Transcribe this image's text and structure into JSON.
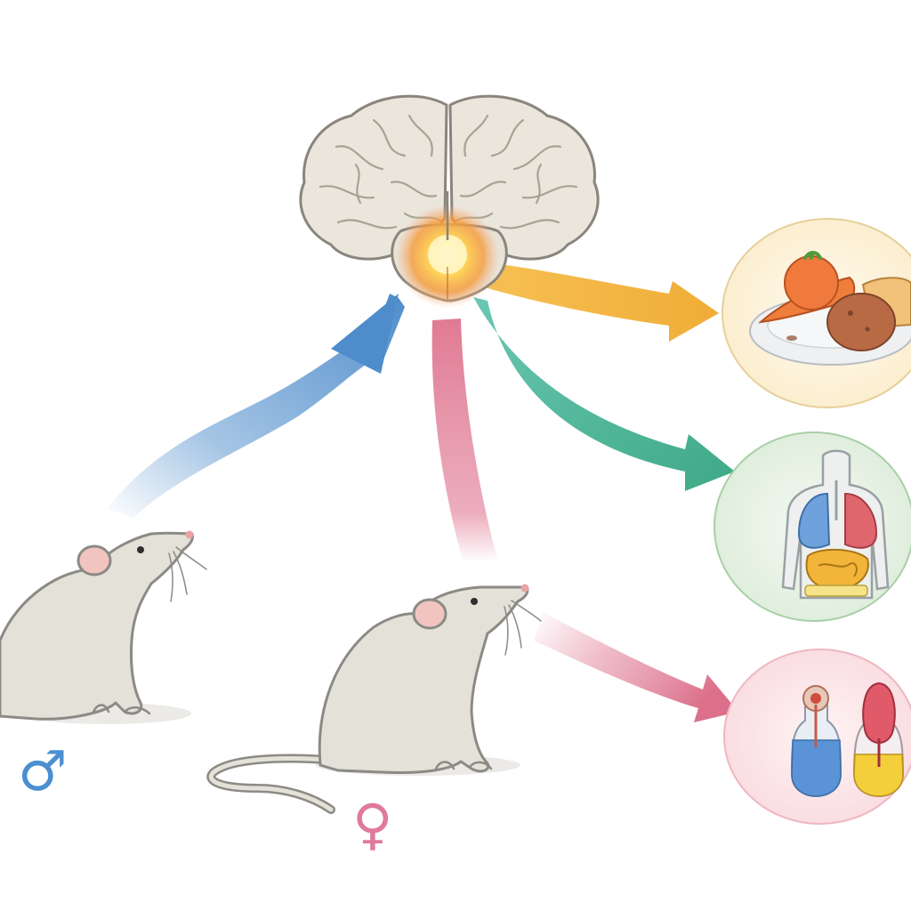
{
  "diagram": {
    "center": {
      "name": "brain",
      "highlight_color": "#f7b21f"
    },
    "inputs": [
      {
        "name": "male-rat",
        "symbol": "♂",
        "symbol_color": "#4a8fd0",
        "arrow_color": "#5b95cf"
      },
      {
        "name": "female-rat",
        "symbol": "♀",
        "symbol_color": "#e07a9a",
        "arrow_color": "#e48aa2"
      }
    ],
    "outputs": [
      {
        "name": "food-intake",
        "arrow_color": "#f3b33d",
        "panel_color": "#fdf3dc"
      },
      {
        "name": "body-organs",
        "arrow_color": "#47b597",
        "panel_color": "#e3f1e2"
      },
      {
        "name": "reproductive-organs",
        "arrow_color": "#e07a92",
        "panel_color": "#fbe3e6"
      }
    ],
    "colors": {
      "rat_fill": "#e4e1d9",
      "rat_stroke": "#8c8a84",
      "brain_fill": "#ebe6dc",
      "brain_stroke": "#8a857c"
    }
  }
}
